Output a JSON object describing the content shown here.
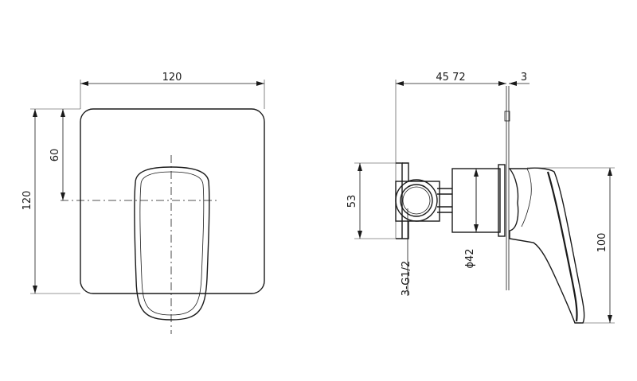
{
  "front_view": {
    "width_dim": "120",
    "height_dim": "120",
    "center_height_dim": "60"
  },
  "side_view": {
    "depth_dim": "45 72",
    "plate_dim": "3",
    "body_height_dim": "53",
    "thread_label": "3-G1/2",
    "diameter_label": "ϕ42",
    "handle_height_dim": "100"
  }
}
